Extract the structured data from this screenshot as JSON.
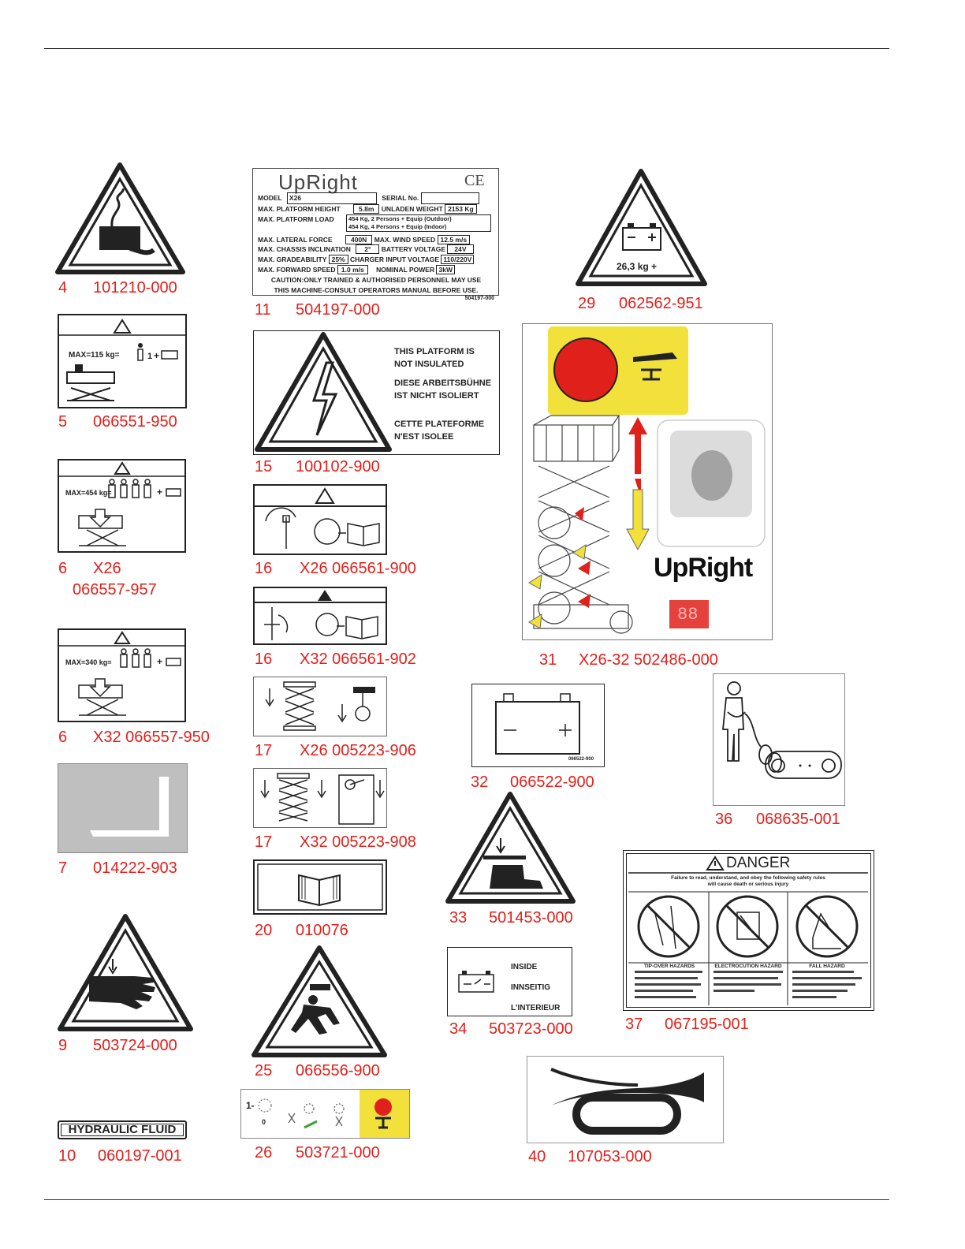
{
  "decals": [
    {
      "num": "4",
      "part": "101210-000"
    },
    {
      "num": "5",
      "part": "066551-950"
    },
    {
      "num": "6",
      "part": "X26",
      "part2": "066557-957"
    },
    {
      "num": "6",
      "part": "X32 066557-950"
    },
    {
      "num": "7",
      "part": "014222-903"
    },
    {
      "num": "9",
      "part": "503724-000"
    },
    {
      "num": "10",
      "part": "060197-001"
    },
    {
      "num": "11",
      "part": "504197-000"
    },
    {
      "num": "15",
      "part": "100102-900"
    },
    {
      "num": "16",
      "part": "X26 066561-900"
    },
    {
      "num": "16",
      "part": "X32 066561-902"
    },
    {
      "num": "17",
      "part": "X26 005223-906"
    },
    {
      "num": "17",
      "part": "X32 005223-908"
    },
    {
      "num": "20",
      "part": "010076"
    },
    {
      "num": "25",
      "part": "066556-900"
    },
    {
      "num": "26",
      "part": "503721-000"
    },
    {
      "num": "29",
      "part": "062562-951"
    },
    {
      "num": "31",
      "part": "X26-32 502486-000"
    },
    {
      "num": "32",
      "part": "066522-900"
    },
    {
      "num": "33",
      "part": "501453-000"
    },
    {
      "num": "34",
      "part": "503723-000"
    },
    {
      "num": "36",
      "part": "068635-001"
    },
    {
      "num": "37",
      "part": "067195-001"
    },
    {
      "num": "40",
      "part": "107053-000"
    }
  ],
  "plate11": {
    "brand": "UpRight",
    "ce": "CE",
    "model_label": "MODEL",
    "model": "X26",
    "serial_label": "SERIAL No.",
    "height_label": "MAX. PLATFORM HEIGHT",
    "height": "5.8m",
    "weight_label": "UNLADEN WEIGHT",
    "weight": "2153 Kg",
    "load_label": "MAX. PLATFORM LOAD",
    "load_out": "454 Kg, 2 Persons + Equip (Outdoor)",
    "load_in": "454 Kg, 4 Persons + Equip (Indoor)",
    "lateral_label": "MAX. LATERAL FORCE",
    "lateral": "400N",
    "wind_label": "MAX. WIND SPEED",
    "wind": "12.5 m/s",
    "incl_label": "MAX. CHASSIS INCLINATION",
    "incl": "2°",
    "batt_label": "BATTERY VOLTAGE",
    "batt": "24V",
    "grade_label": "MAX. GRADEABILITY",
    "grade": "25%",
    "charger_label": "CHARGER INPUT VOLTAGE",
    "charger": "110/220V",
    "speed_label": "MAX. FORWARD SPEED",
    "speed": "1.0 m/s",
    "power_label": "NOMINAL POWER",
    "power": "3kW",
    "caution1": "CAUTION:ONLY TRAINED & AUTHORISED PERSONNEL MAY USE",
    "caution2": "THIS MACHINE-CONSULT OPERATORS MANUAL BEFORE USE.",
    "code": "504197-000"
  },
  "decal15": {
    "en1": "THIS PLATFORM IS",
    "en2": "NOT INSULATED",
    "de1": "DIESE ARBEITSBÜHNE",
    "de2": "IST NICHT ISOLIERT",
    "fr1": "CETTE PLATEFORME",
    "fr2": "N'EST ISOLEE"
  },
  "decal29": {
    "weight": "26,3 kg +"
  },
  "decal31": {
    "brand": "UpRight",
    "display": "88"
  },
  "decal34": {
    "l1": "INSIDE",
    "l2": "INNSEITIG",
    "l3": "L'INTERIEUR"
  },
  "decal37": {
    "title": "DANGER",
    "sub1": "Failure to read, understand, and obey the following safety rules",
    "sub2": "will cause death or serious injury",
    "h1": "TIP-OVER HAZARDS",
    "h2": "ELECTROCUTION HAZARD",
    "h3": "FALL HAZARD"
  },
  "decal10": {
    "label": "HYDRAULIC FLUID"
  },
  "decal5": {
    "max": "MAX=115 kg="
  },
  "decal6a": {
    "max": "MAX=454 kg="
  },
  "decal6b": {
    "max": "MAX=340 kg="
  },
  "decal32": {
    "code": "066522-900"
  },
  "colors": {
    "caption": "#e0201b",
    "yellow": "#f1e13a",
    "red": "#e0201b"
  }
}
